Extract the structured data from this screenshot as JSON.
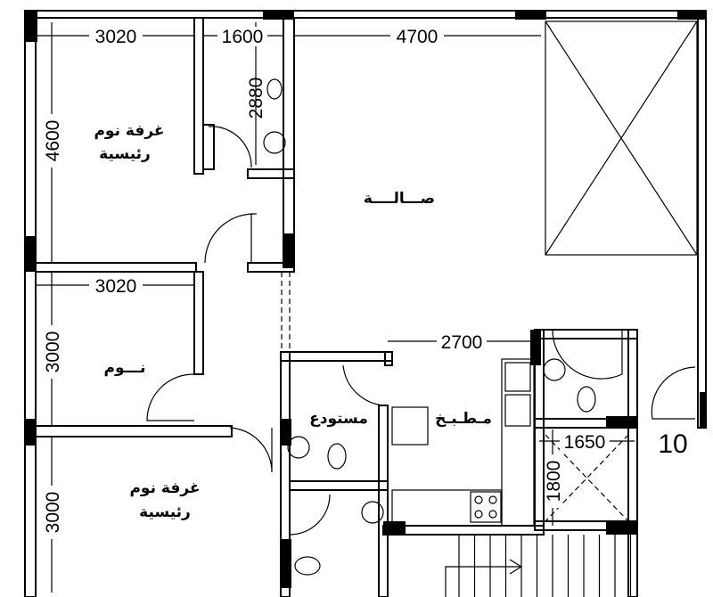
{
  "rooms": {
    "master_bedroom_1": {
      "line1": "غرفة نوم",
      "line2": "رئيسية"
    },
    "living_hall": "صـــالــــة",
    "bedroom": "نـــوم",
    "storage": "مستودع",
    "kitchen": "مـطـبـخ",
    "master_bedroom_2": {
      "line1": "غرفة نوم",
      "line2": "رئيسية"
    }
  },
  "dimensions": {
    "bedroom1_width": "3020",
    "bath1_width": "1600",
    "hall_width": "4700",
    "bath1_depth": "2880",
    "bedroom1_depth": "4600",
    "bedroom2_width": "3020",
    "bedroom2_depth": "3000",
    "kitchen_width": "2700",
    "shower_width": "1650",
    "shower_depth": "1800",
    "bedroom3_depth": "3000"
  },
  "unit_number": "10"
}
